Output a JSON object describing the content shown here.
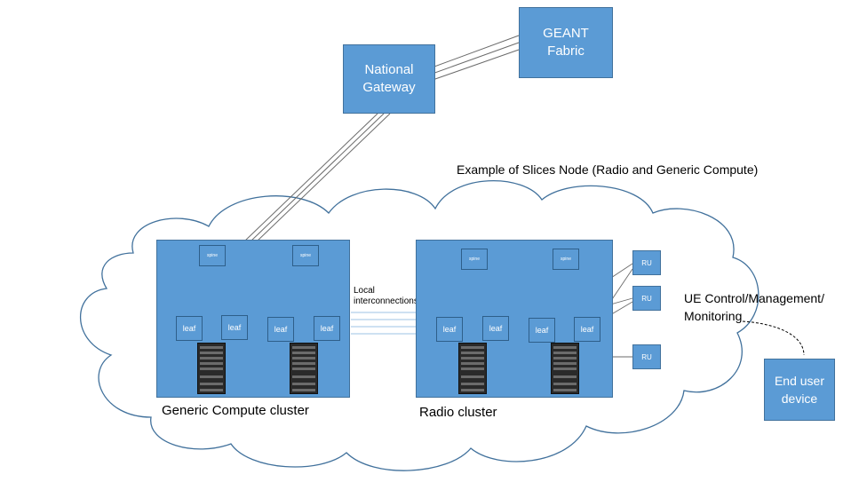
{
  "gateway": {
    "label": "National\nGateway"
  },
  "geant": {
    "label": "GEANT\nFabric"
  },
  "caption": "Example of Slices Node (Radio and Generic Compute)",
  "generic_cluster": {
    "label": "Generic Compute cluster",
    "spines": [
      "spine",
      "spine"
    ],
    "leaves": [
      "leaf",
      "leaf",
      "leaf",
      "leaf"
    ]
  },
  "radio_cluster": {
    "label": "Radio cluster",
    "spines": [
      "spine",
      "spine"
    ],
    "leaves": [
      "leaf",
      "leaf",
      "leaf",
      "leaf"
    ]
  },
  "local_interconnections": "Local\ninterconnections",
  "radio_units": [
    "RU",
    "RU",
    "RU"
  ],
  "ue_label": "UE Control/Management/\nMonitoring",
  "end_user_device": "End user\ndevice",
  "colors": {
    "box_fill": "#5b9bd5",
    "box_border": "#41719c",
    "rack": "#2a2a2a"
  }
}
